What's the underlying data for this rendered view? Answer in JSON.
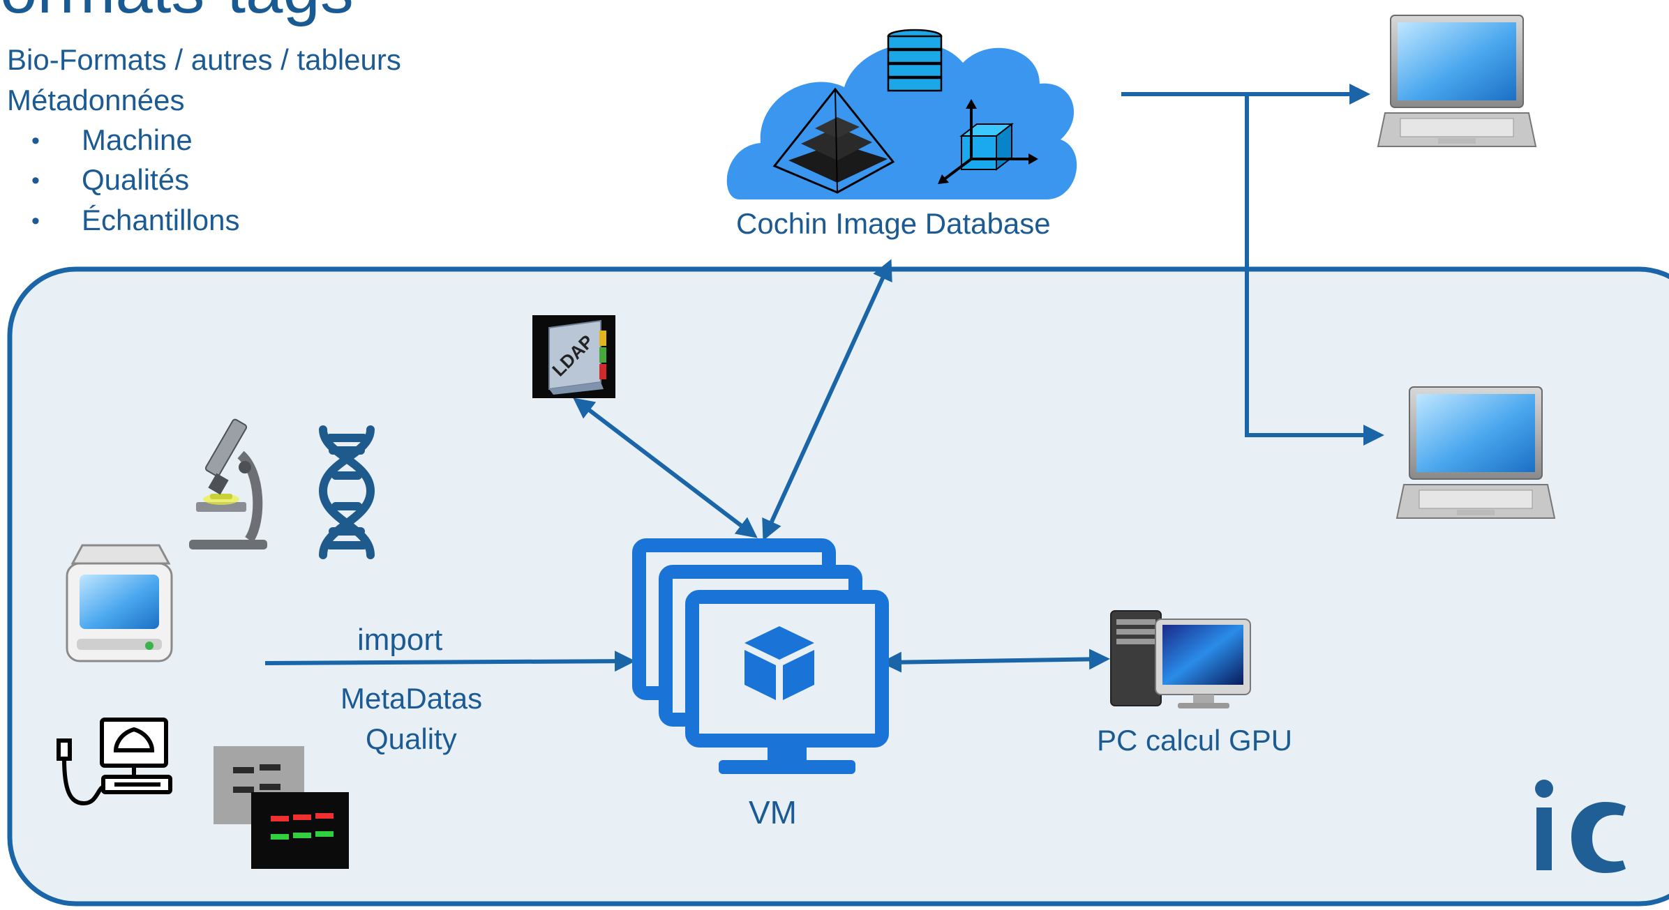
{
  "title_fragment": "ormats-tags",
  "intro": {
    "line1": "Bio-Formats / autres / tableurs",
    "line2": "Métadonnées",
    "bullets": [
      "Machine",
      "Qualités",
      "Échantillons"
    ]
  },
  "diagram": {
    "cloud_label": "Cochin Image Database",
    "ldap_label": "LDAP",
    "import_label": "import",
    "metadata_label": "MetaDatas",
    "quality_label": "Quality",
    "vm_label": "VM",
    "gpu_label": "PC calcul GPU"
  },
  "colors": {
    "accent": "#1b5a93",
    "arrow": "#1a64a8",
    "panel_fill": "#e8f0f6",
    "panel_border": "#1a64a8",
    "cloud": "#3a96ee",
    "vm_blue": "#1a73d6"
  }
}
